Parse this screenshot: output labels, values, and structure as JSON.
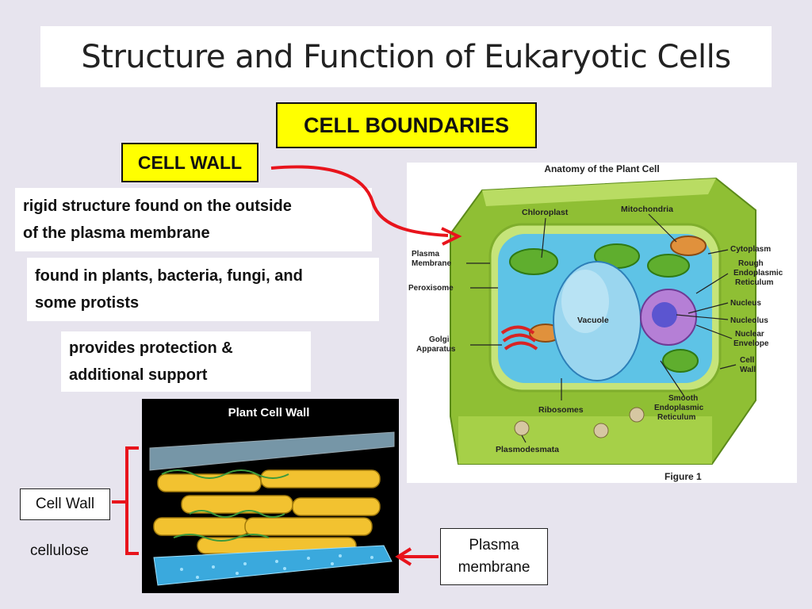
{
  "slide": {
    "title": "Structure and Function of Eukaryotic Cells",
    "section_heading": "CELL BOUNDARIES",
    "topic": "CELL WALL",
    "notes": [
      [
        "rigid structure found on the outside",
        "of the plasma membrane"
      ],
      [
        "found in plants, bacteria, fungi, and",
        "some protists"
      ],
      [
        "provides protection &",
        "additional support"
      ]
    ],
    "cell_wall_label": "Cell Wall",
    "cellulose_label": "cellulose",
    "plasma_membrane_label": [
      "Plasma",
      "membrane"
    ]
  },
  "plant_cell_figure": {
    "title": "Anatomy of the Plant Cell",
    "caption": "Figure 1",
    "labels": {
      "chloroplast": "Chloroplast",
      "mitochondria": "Mitochondria",
      "plasma_membrane": [
        "Plasma",
        "Membrane"
      ],
      "cytoplasm": "Cytoplasm",
      "rough_er": [
        "Rough",
        "Endoplasmic",
        "Reticulum"
      ],
      "peroxisome": "Peroxisome",
      "nucleus": "Nucleus",
      "vacuole": "Vacuole",
      "nucleolus": "Nucleolus",
      "golgi": [
        "Golgi",
        "Apparatus"
      ],
      "nuclear_envelope": [
        "Nuclear",
        "Envelope"
      ],
      "cell_wall": [
        "Cell",
        "Wall"
      ],
      "ribosomes": "Ribosomes",
      "smooth_er": [
        "Smooth",
        "Endoplasmic",
        "Reticulum"
      ],
      "plasmodesmata": "Plasmodesmata"
    }
  },
  "wall_figure": {
    "title": "Plant Cell Wall"
  },
  "colors": {
    "background": "#e7e4ee",
    "highlight": "#ffff00",
    "arrow": "#e8141c",
    "cell_green": "#9ccb3c",
    "cytoplasm": "#5ec3e6",
    "cellulose": "#f2c230",
    "membrane": "#3aa9dd"
  }
}
